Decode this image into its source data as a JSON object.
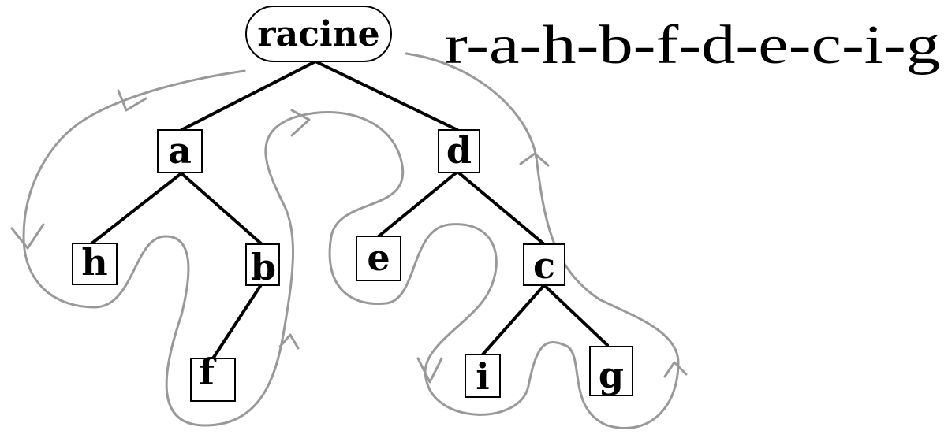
{
  "tree": {
    "root": {
      "label": "racine"
    },
    "nodes": {
      "a": "a",
      "d": "d",
      "h": "h",
      "b": "b",
      "f": "f",
      "e": "e",
      "c": "c",
      "i": "i",
      "g": "g"
    }
  },
  "traversal": {
    "order_text": "r-a-h-b-f-d-e-c-i-g"
  },
  "colors": {
    "edge": "#000000",
    "tour_path": "#999999",
    "node_border": "#000000"
  }
}
